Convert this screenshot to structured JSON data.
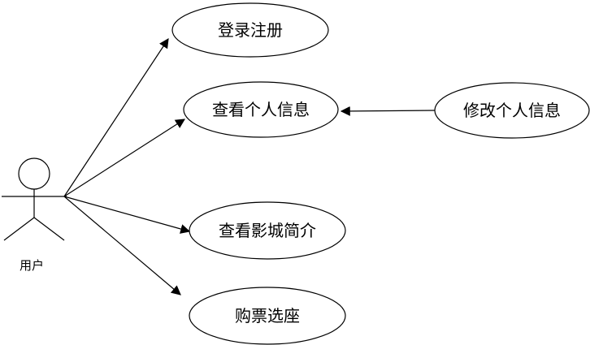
{
  "actor": {
    "name": "用户"
  },
  "use_cases": {
    "login": "登录注册",
    "view_profile": "查看个人信息",
    "edit_profile": "修改个人信息",
    "cinema_intro": "查看影城简介",
    "ticket_seat": "购票选座"
  }
}
